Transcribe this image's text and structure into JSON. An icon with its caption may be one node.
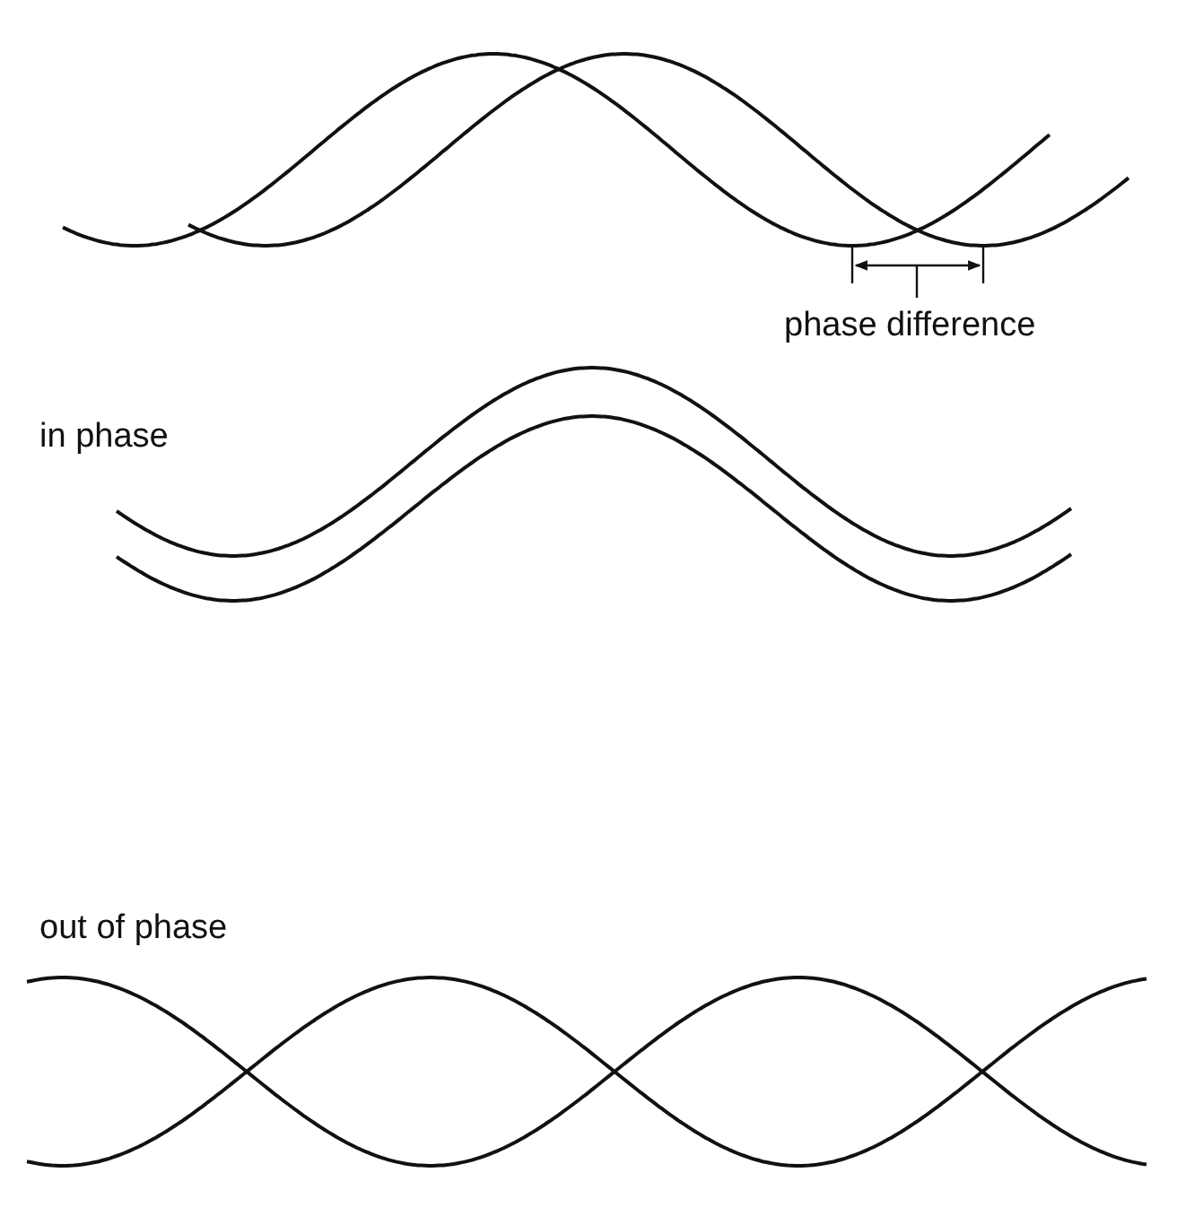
{
  "diagram": {
    "labels": [
      "phase difference",
      "in phase",
      "out of phase"
    ]
  }
}
